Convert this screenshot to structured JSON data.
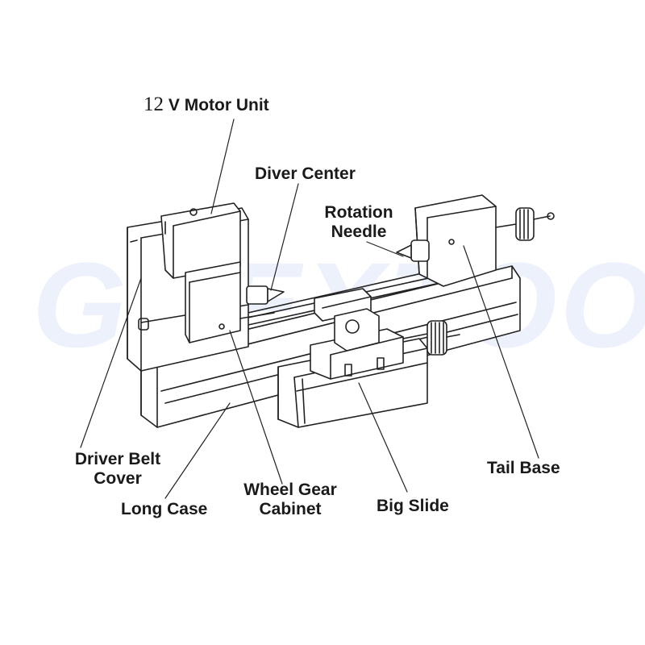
{
  "watermark": "GUEXTOOL",
  "labels": {
    "motor_unit_prefix": "12",
    "motor_unit_v": "V",
    "motor_unit_rest": "Motor Unit",
    "diver_center": "Diver Center",
    "rotation_needle_1": "Rotation",
    "rotation_needle_2": "Needle",
    "driver_belt_cover_1": "Driver Belt",
    "driver_belt_cover_2": "Cover",
    "long_case": "Long Case",
    "wheel_gear_cabinet_1": "Wheel Gear",
    "wheel_gear_cabinet_2": "Cabinet",
    "big_slide": "Big Slide",
    "tail_base": "Tail Base"
  },
  "colors": {
    "line": "#222222",
    "text": "#1a1a1a",
    "watermark": "#becdf0"
  }
}
